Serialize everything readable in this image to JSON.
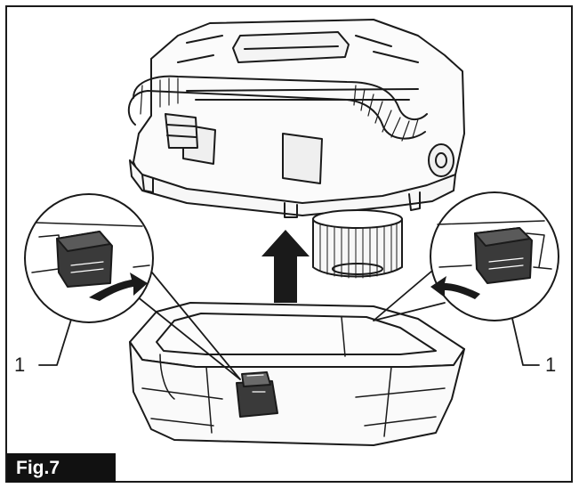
{
  "figure": {
    "caption": "Fig.7",
    "callouts": [
      {
        "label": "1",
        "side": "left"
      },
      {
        "label": "1",
        "side": "right"
      }
    ]
  },
  "colors": {
    "line": "#1a1a1a",
    "latch_fill": "#3a3a3a",
    "light_fill": "#f4f4f4",
    "caption_bg": "#111111",
    "caption_text": "#ffffff"
  },
  "icons": [
    "up-arrow-icon",
    "curved-arrow-icon"
  ]
}
